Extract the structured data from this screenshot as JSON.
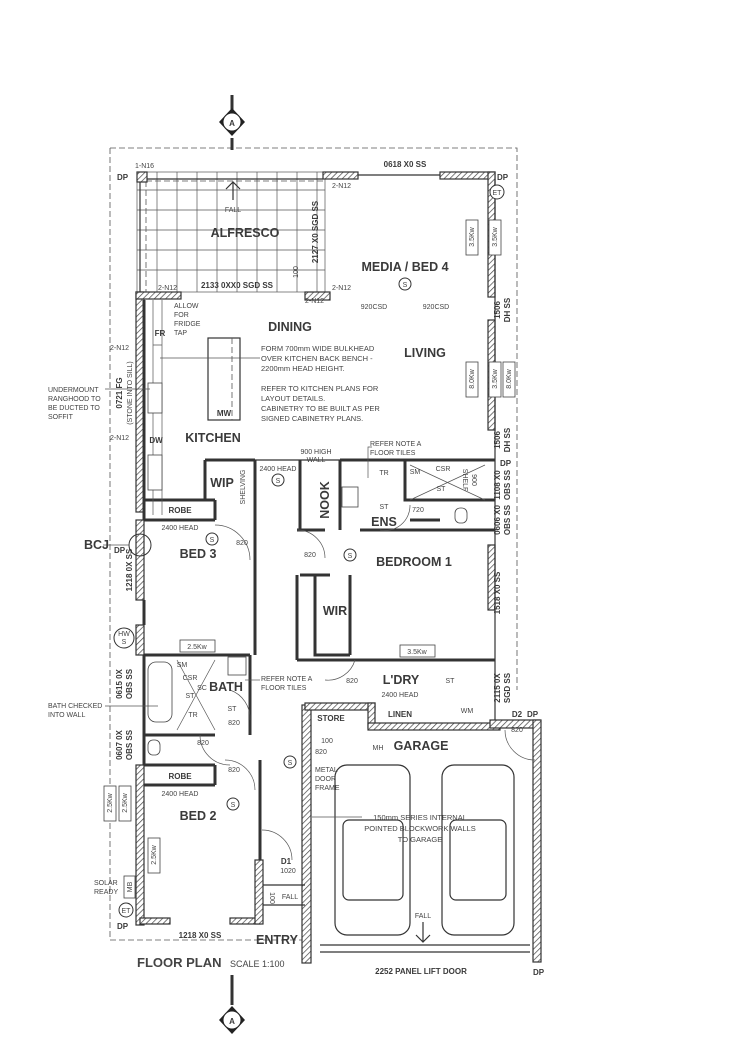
{
  "title": "FLOOR PLAN",
  "scale": "SCALE 1:100",
  "section_marker": "A",
  "rooms": {
    "alfresco": "ALFRESCO",
    "media": "MEDIA / BED 4",
    "dining": "DINING",
    "living": "LIVING",
    "kitchen": "KITCHEN",
    "wip": "WIP",
    "nook": "NOOK",
    "ens": "ENS",
    "bed3": "BED 3",
    "bedroom1": "BEDROOM 1",
    "wir": "WIR",
    "bath": "BATH",
    "ldry": "L'DRY",
    "store": "STORE",
    "linen": "LINEN",
    "garage": "GARAGE",
    "bed2": "BED 2",
    "entry": "ENTRY",
    "robe": "ROBE"
  },
  "openings": {
    "w_0618": "0618 X0 SS",
    "n16": "1-N16",
    "n12": "2-N12",
    "w_2127": "2127 X0 SGD SS",
    "w_2133": "2133 0XX0 SGD SS",
    "hundred": "100",
    "csd": "920CSD",
    "w_1506a": "1506",
    "w_1506b": "DH SS",
    "w_0721": "0721 FG",
    "stone": "(STONE INTO SILL)",
    "w_1108a": "1108 X0",
    "w_1108b": "OBS SS",
    "w_0606a": "0606 X0",
    "w_0606b": "OBS SS",
    "w_1518": "1518 X0 SS",
    "w_2115a": "2115 0X",
    "w_2115b": "SGD SS",
    "w_1218l": "1218 0X SS",
    "w_0615a": "0615 0X",
    "w_0615b": "OBS SS",
    "w_0607a": "0607 0X",
    "w_0607b": "OBS SS",
    "w_1218b": "1218 X0 SS",
    "garage_door": "2252 PANEL LIFT DOOR",
    "d1": "D1",
    "d1_size": "1020",
    "d2": "D2",
    "door_820": "820",
    "door_720": "720",
    "head_2400": "2400 HEAD"
  },
  "fixtures": {
    "fr": "FR",
    "dw": "DW",
    "mw": "MW",
    "tr": "TR",
    "sm": "SM",
    "csr": "CSR",
    "st": "ST",
    "sc": "SC",
    "shelf": "SHELF",
    "shelf_900": "900",
    "wm": "WM",
    "mh": "MH",
    "kw35": "3.5Kw",
    "kw80": "8.0Kw",
    "kw25": "2.5Kw",
    "dp": "DP",
    "et": "ET",
    "hw": "HW",
    "hw_s": "S",
    "bcj": "BCJ",
    "mb": "MB",
    "fall": "FALL",
    "smoke": "S",
    "shelving": "SHELVING",
    "high_wall_1": "900 HIGH",
    "high_wall_2": "WALL"
  },
  "notes": {
    "fridge": [
      "ALLOW",
      "FOR",
      "FRIDGE",
      "TAP"
    ],
    "bulkhead": [
      "FORM 700mm WIDE BULKHEAD",
      "OVER KITCHEN BACK BENCH -",
      "2200mm HEAD HEIGHT."
    ],
    "kitchen_plans": [
      "REFER TO KITCHEN PLANS FOR",
      "LAYOUT DETAILS.",
      "CABINETRY TO BE BUILT AS PER",
      "SIGNED CABINETRY PLANS."
    ],
    "rangehood": [
      "UNDERMOUNT",
      "RANGHOOD TO",
      "BE DUCTED TO",
      "SOFFIT"
    ],
    "tiles": [
      "REFER NOTE A",
      "FLOOR TILES"
    ],
    "bath": [
      "BATH CHECKED",
      "INTO WALL"
    ],
    "metal_door": [
      "METAL",
      "DOOR",
      "FRAME"
    ],
    "blockwork": [
      "150mm SERIES INTERNAL",
      "POINTED BLOCKWORK WALLS",
      "TO GARAGE"
    ],
    "solar": [
      "SOLAR",
      "READY"
    ]
  }
}
